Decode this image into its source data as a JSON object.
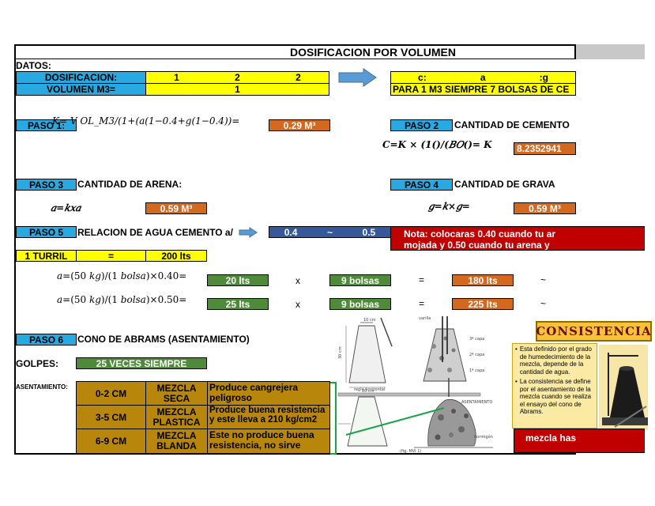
{
  "title": "DOSIFICACION POR VOLUMEN",
  "datos_label": "DATOS:",
  "dosificacion": {
    "label": "DOSIFICACION:",
    "values": [
      "1",
      "2",
      "2"
    ]
  },
  "volumen": {
    "label": "VOLUMEN M3=",
    "value": "1"
  },
  "ratio_header": {
    "c": "c:",
    "a": "a",
    "g": ":g"
  },
  "bolsas_note": "PARA 1 M3 SIEMPRE 7 BOLSAS DE CE",
  "paso1": {
    "label": "PASO 1:",
    "formula": "K= 𝑉 𝑂𝐿_𝑀3/(1+(𝑎(1−0.4+𝑔(1−0.4))=",
    "result": "0.29 M³"
  },
  "paso2": {
    "label": "PASO 2",
    "title": "CANTIDAD DE CEMENTO",
    "formula": "C=K × (1()/(𝐵𝑂()= K",
    "result": "8.2352941"
  },
  "paso3": {
    "label": "PASO 3",
    "title": "CANTIDAD DE ARENA:",
    "formula": "𝑎=𝑘𝑥𝑎",
    "result": "0.59 M³"
  },
  "paso4": {
    "label": "PASO 4",
    "title": "CANTIDAD DE GRAVA",
    "formula": "𝑔=𝑘×𝑔=",
    "result": "0.59 M³"
  },
  "paso5": {
    "label": "PASO 5",
    "title": "RELACION DE AGUA CEMENTO a/",
    "range_low": "0.4",
    "range_tilde": "~",
    "range_high": "0.5",
    "note": "Nota: colocaras 0.40 cuando tu ar mojada y 0.50 cuando tu arena y"
  },
  "turril": {
    "label": "1 TURRIL",
    "eq": "=",
    "value": "200 lts"
  },
  "agua_rows": [
    {
      "formula": "𝑎=(50 𝑘𝑔)/(1 𝑏𝑜𝑙𝑠𝑎)×0.40=",
      "lts": "20 lts",
      "x": "x",
      "bolsas": "9 bolsas",
      "eq": "=",
      "total": "180 lts",
      "tilde": "~"
    },
    {
      "formula": "𝑎=(50 𝑘𝑔)/(1 𝑏𝑜𝑙𝑠𝑎)×0.50=",
      "lts": "25 lts",
      "x": "x",
      "bolsas": "9 bolsas",
      "eq": "=",
      "total": "225 lts",
      "tilde": "~"
    }
  ],
  "paso6": {
    "label": "PASO 6",
    "title": "CONO DE ABRAMS (ASENTAMIENTO)"
  },
  "golpes": {
    "label": "GOLPES:",
    "value": "25 VECES SIEMPRE"
  },
  "asentamiento_label": "ASENTAMIENTO:",
  "asentamiento": [
    {
      "range": "0-2 CM",
      "type": "MEZCLA SECA",
      "desc": "Produce cangrejera peligroso"
    },
    {
      "range": "3-5 CM",
      "type": "MEZCLA PLASTICA",
      "desc": "Produce buena resistencia y este lleva a 210 kg/cm2"
    },
    {
      "range": "6-9 CM",
      "type": "MEZCLA BLANDA",
      "desc": "Este no produce buena resistencia, no sirve"
    }
  ],
  "figure": {
    "caption": "(fig. MVI 1)",
    "dim1": "10 cm",
    "dim2": "30 cm",
    "dim3": "20 cm",
    "capa1": "1ª capa",
    "capa2": "2ª capa",
    "capa3": "3ª capa",
    "varilla": "varilla",
    "asentamiento": "ASENTAMIENTO",
    "hormigon": "hormigón",
    "regla": "regla horizontal"
  },
  "consistencia": {
    "title": "CONSISTENCIA",
    "bullets": [
      "Esta definido por el grado de humedecimiento de la mezcla, depende de la cantidad de agua.",
      "La consistencia se define por el asentamiento de la mezcla cuando se realiza el ensayo del cono de Abrams."
    ],
    "footer": "mezcla has"
  },
  "colors": {
    "blue": "#29a9e1",
    "yellow": "#ffff00",
    "orange": "#d2691e",
    "green": "#4f8a3a",
    "red": "#c00000",
    "gold": "#b8860b",
    "darkblue": "#35589a"
  }
}
